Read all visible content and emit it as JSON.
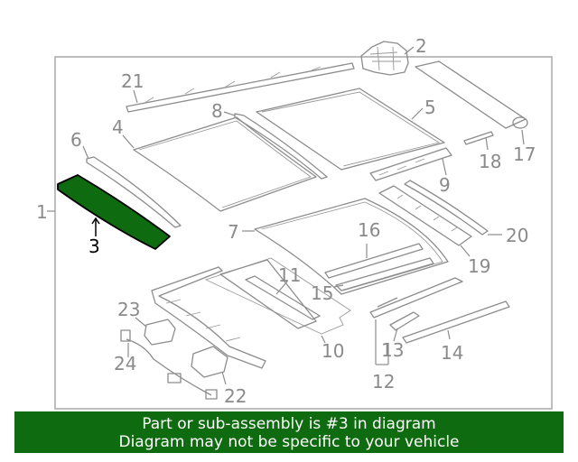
{
  "diagram": {
    "highlight_color": "#0f6b0f",
    "callouts": {
      "c1": "1",
      "c2": "2",
      "c3": "3",
      "c4": "4",
      "c5": "5",
      "c6": "6",
      "c7": "7",
      "c8": "8",
      "c9": "9",
      "c10": "10",
      "c11": "11",
      "c12": "12",
      "c13": "13",
      "c14": "14",
      "c15": "15",
      "c16": "16",
      "c17": "17",
      "c18": "18",
      "c19": "19",
      "c20": "20",
      "c21": "21",
      "c22": "22",
      "c23": "23",
      "c24": "24"
    }
  },
  "banner": {
    "line1": "Part or sub-assembly is #3 in diagram",
    "line2": "Diagram may not be specific to your vehicle",
    "background": "#0f6b0f"
  }
}
